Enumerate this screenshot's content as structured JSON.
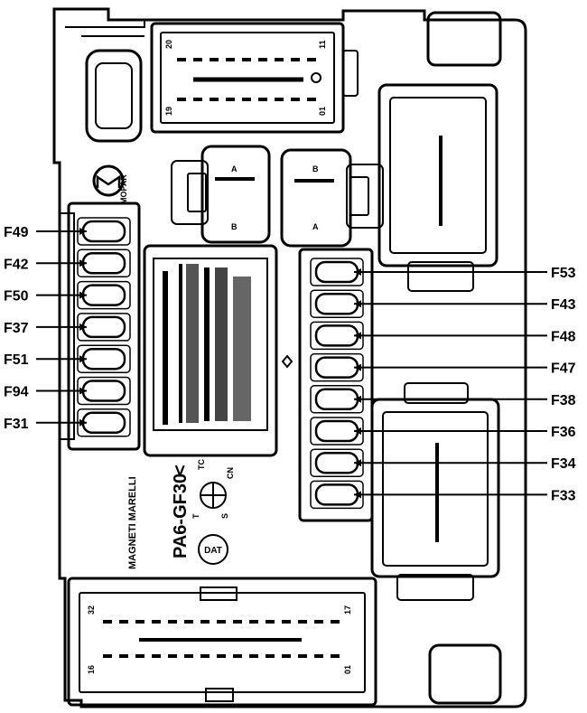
{
  "diagram": {
    "left_fuses": [
      {
        "label": "F49"
      },
      {
        "label": "F42"
      },
      {
        "label": "F50"
      },
      {
        "label": "F37"
      },
      {
        "label": "F51"
      },
      {
        "label": "F94"
      },
      {
        "label": "F31"
      }
    ],
    "right_fuses": [
      {
        "label": "F53"
      },
      {
        "label": "F43"
      },
      {
        "label": "F48"
      },
      {
        "label": "F47"
      },
      {
        "label": "F38"
      },
      {
        "label": "F36"
      },
      {
        "label": "F34"
      },
      {
        "label": "F33"
      }
    ],
    "part_number": "PA6-GF30",
    "part_suffix": "<",
    "dat_label": "DAT",
    "dial_labels": {
      "tc": "TC",
      "cn": "CN",
      "t": "T",
      "s": "S"
    },
    "maker_logo_text": "MAGNETI MARELLI",
    "brand_side_text": "MOPAR",
    "connector_pins": {
      "top_left_20": "20",
      "top_right_11": "11",
      "top_left_19": "19",
      "top_right_01": "01",
      "bottom_left_32": "32",
      "bottom_right_17": "17",
      "bottom_left_16": "16",
      "bottom_right_01": "01"
    },
    "relay_marks": {
      "left_top": "A",
      "left_bottom": "B",
      "right_top": "B",
      "right_bottom": "A"
    }
  }
}
